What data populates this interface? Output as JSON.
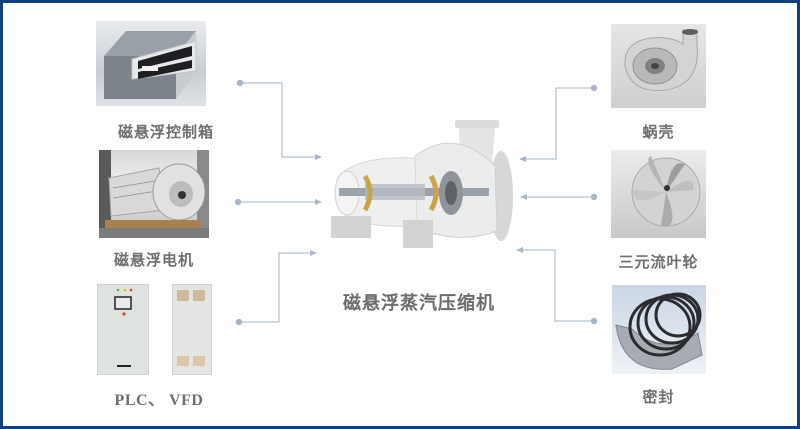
{
  "diagram": {
    "title": "磁悬浮蒸汽压缩机",
    "center": {
      "label": "磁悬浮蒸汽压缩机",
      "image_icon": "maglev-steam-compressor-cutaway"
    },
    "left_components": [
      {
        "label": "磁悬浮控制箱",
        "image_icon": "control-box"
      },
      {
        "label": "磁悬浮电机",
        "image_icon": "maglev-motor"
      },
      {
        "label": "PLC、 VFD",
        "image_icon": "plc-vfd-cabinets"
      }
    ],
    "right_components": [
      {
        "label": "蜗壳",
        "image_icon": "volute-casing"
      },
      {
        "label": "三元流叶轮",
        "image_icon": "ternary-flow-impeller"
      },
      {
        "label": "密封",
        "image_icon": "seal"
      }
    ],
    "colors": {
      "border": "#0f3f7d",
      "connector": "#b3bfd0",
      "connector_dot": "#a9b6c8",
      "label_text": "#6f6f6f",
      "bearing_gold": "#c9a449"
    }
  }
}
